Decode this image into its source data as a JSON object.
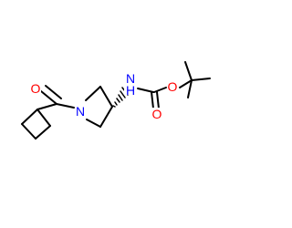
{
  "molecule": {
    "atoms": {
      "n_ring": {
        "label": "N",
        "color": "#0000ff"
      },
      "o_carbonyl_left": {
        "label": "O",
        "color": "#ff0000"
      },
      "nh": {
        "label": "N",
        "sub": "H",
        "color": "#0000ff"
      },
      "o_carbonyl_right": {
        "label": "O",
        "color": "#ff0000"
      },
      "o_ester": {
        "label": "O",
        "color": "#ff0000"
      }
    },
    "stereo": "wedge-hashed",
    "bond_color": "#000000"
  }
}
